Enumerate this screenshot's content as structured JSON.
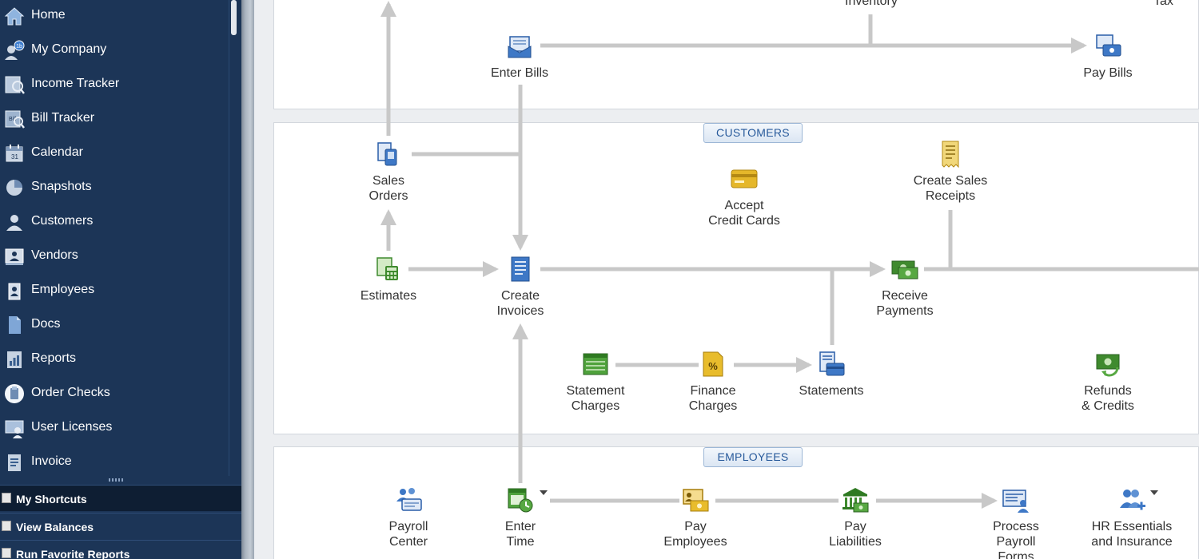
{
  "sidebar": {
    "items": [
      {
        "label": "Home",
        "icon": "home-icon"
      },
      {
        "label": "My Company",
        "icon": "company-icon"
      },
      {
        "label": "Income Tracker",
        "icon": "income-tracker-icon"
      },
      {
        "label": "Bill Tracker",
        "icon": "bill-tracker-icon"
      },
      {
        "label": "Calendar",
        "icon": "calendar-icon"
      },
      {
        "label": "Snapshots",
        "icon": "pie-chart-icon"
      },
      {
        "label": "Customers",
        "icon": "customer-person-icon"
      },
      {
        "label": "Vendors",
        "icon": "vendor-icon"
      },
      {
        "label": "Employees",
        "icon": "employee-badge-icon"
      },
      {
        "label": "Docs",
        "icon": "document-icon"
      },
      {
        "label": "Reports",
        "icon": "report-icon"
      },
      {
        "label": "Order Checks",
        "icon": "order-checks-icon"
      },
      {
        "label": "User Licenses",
        "icon": "user-licenses-icon"
      },
      {
        "label": "Invoice",
        "icon": "invoice-icon"
      }
    ],
    "bottom": {
      "my_shortcuts": "My Shortcuts",
      "view_balances": "View Balances",
      "run_favorite_reports": "Run Favorite Reports"
    }
  },
  "vendors_panel": {
    "partial_inventory": "Inventory",
    "partial_tax": "Tax",
    "enter_bills": "Enter Bills",
    "pay_bills": "Pay Bills"
  },
  "customers_panel": {
    "title": "CUSTOMERS",
    "sales_orders": "Sales\nOrders",
    "estimates": "Estimates",
    "create_invoices": "Create\nInvoices",
    "accept_credit_cards": "Accept\nCredit Cards",
    "create_sales_receipts": "Create Sales\nReceipts",
    "receive_payments": "Receive\nPayments",
    "statement_charges": "Statement\nCharges",
    "finance_charges": "Finance\nCharges",
    "statements": "Statements",
    "refunds_credits": "Refunds\n& Credits"
  },
  "employees_panel": {
    "title": "EMPLOYEES",
    "payroll_center": "Payroll\nCenter",
    "enter_time": "Enter\nTime",
    "pay_employees": "Pay\nEmployees",
    "pay_liabilities": "Pay\nLiabilities",
    "process_payroll_forms": "Process\nPayroll\nForms",
    "hr_essentials": "HR Essentials\nand Insurance"
  },
  "colors": {
    "sidebar_bg": "#1c3557",
    "flow_line": "#c8c8c8",
    "section_tab_text": "#285a9b"
  }
}
